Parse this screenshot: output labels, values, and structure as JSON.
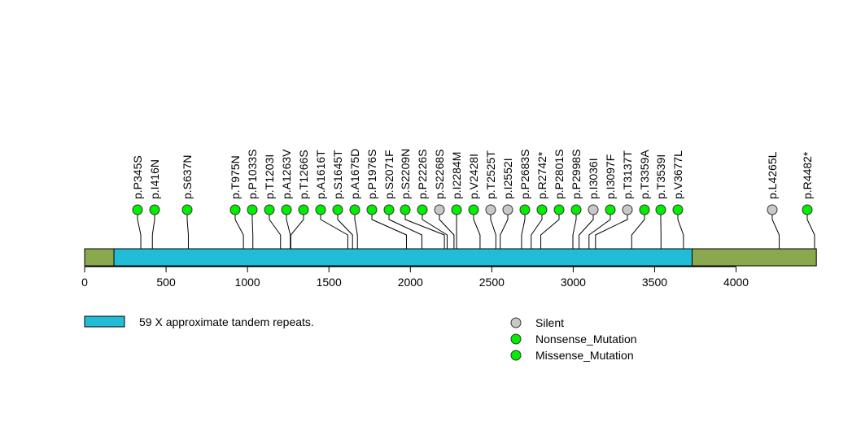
{
  "chart_data": {
    "type": "lollipop",
    "protein_length": 4493,
    "xlim": [
      0,
      4500
    ],
    "x_ticks": [
      0,
      500,
      1000,
      1500,
      2000,
      2500,
      3000,
      3500,
      4000
    ],
    "tick_labels": [
      "0",
      "500",
      "1000",
      "1500",
      "2000",
      "2500",
      "3000",
      "3500",
      "4000"
    ],
    "backbone_color": "#8aa84e",
    "domains": [
      {
        "label": "59 X approximate tandem repeats.",
        "start": 180,
        "end": 3730,
        "color": "#22bcd6"
      }
    ],
    "categories": [
      {
        "name": "Silent",
        "color": "#c8c8c8"
      },
      {
        "name": "Nonsense_Mutation",
        "color": "#00ee00"
      },
      {
        "name": "Missense_Mutation",
        "color": "#00ee00"
      }
    ],
    "mutations": [
      {
        "label": "p.P345S",
        "position": 345,
        "type": "Missense_Mutation"
      },
      {
        "label": "p.I416N",
        "position": 416,
        "type": "Missense_Mutation"
      },
      {
        "label": "p.S637N",
        "position": 637,
        "type": "Missense_Mutation"
      },
      {
        "label": "p.T975N",
        "position": 975,
        "type": "Missense_Mutation"
      },
      {
        "label": "p.P1033S",
        "position": 1033,
        "type": "Missense_Mutation"
      },
      {
        "label": "p.T1203I",
        "position": 1203,
        "type": "Missense_Mutation"
      },
      {
        "label": "p.A1263V",
        "position": 1263,
        "type": "Missense_Mutation"
      },
      {
        "label": "p.T1266S",
        "position": 1266,
        "type": "Missense_Mutation"
      },
      {
        "label": "p.A1616T",
        "position": 1616,
        "type": "Missense_Mutation"
      },
      {
        "label": "p.S1645T",
        "position": 1645,
        "type": "Missense_Mutation"
      },
      {
        "label": "p.A1675D",
        "position": 1675,
        "type": "Missense_Mutation"
      },
      {
        "label": "p.P1976S",
        "position": 1976,
        "type": "Missense_Mutation"
      },
      {
        "label": "p.S2071F",
        "position": 2071,
        "type": "Missense_Mutation"
      },
      {
        "label": "p.S2209N",
        "position": 2209,
        "type": "Missense_Mutation"
      },
      {
        "label": "p.P2226S",
        "position": 2226,
        "type": "Missense_Mutation"
      },
      {
        "label": "p.S2268S",
        "position": 2268,
        "type": "Silent"
      },
      {
        "label": "p.I2284M",
        "position": 2284,
        "type": "Missense_Mutation"
      },
      {
        "label": "p.V2428I",
        "position": 2428,
        "type": "Missense_Mutation"
      },
      {
        "label": "p.T2525T",
        "position": 2525,
        "type": "Silent"
      },
      {
        "label": "p.I2552I",
        "position": 2552,
        "type": "Silent"
      },
      {
        "label": "p.P2683S",
        "position": 2683,
        "type": "Missense_Mutation"
      },
      {
        "label": "p.R2742*",
        "position": 2742,
        "type": "Nonsense_Mutation"
      },
      {
        "label": "p.P2801S",
        "position": 2801,
        "type": "Missense_Mutation"
      },
      {
        "label": "p.P2998S",
        "position": 2998,
        "type": "Missense_Mutation"
      },
      {
        "label": "p.I3036I",
        "position": 3036,
        "type": "Silent"
      },
      {
        "label": "p.I3097F",
        "position": 3097,
        "type": "Missense_Mutation"
      },
      {
        "label": "p.T3137T",
        "position": 3137,
        "type": "Silent"
      },
      {
        "label": "p.T3359A",
        "position": 3359,
        "type": "Missense_Mutation"
      },
      {
        "label": "p.T3539I",
        "position": 3539,
        "type": "Missense_Mutation"
      },
      {
        "label": "p.V3677L",
        "position": 3677,
        "type": "Missense_Mutation"
      },
      {
        "label": "p.L4265L",
        "position": 4265,
        "type": "Silent"
      },
      {
        "label": "p.R4482*",
        "position": 4482,
        "type": "Nonsense_Mutation"
      }
    ]
  }
}
